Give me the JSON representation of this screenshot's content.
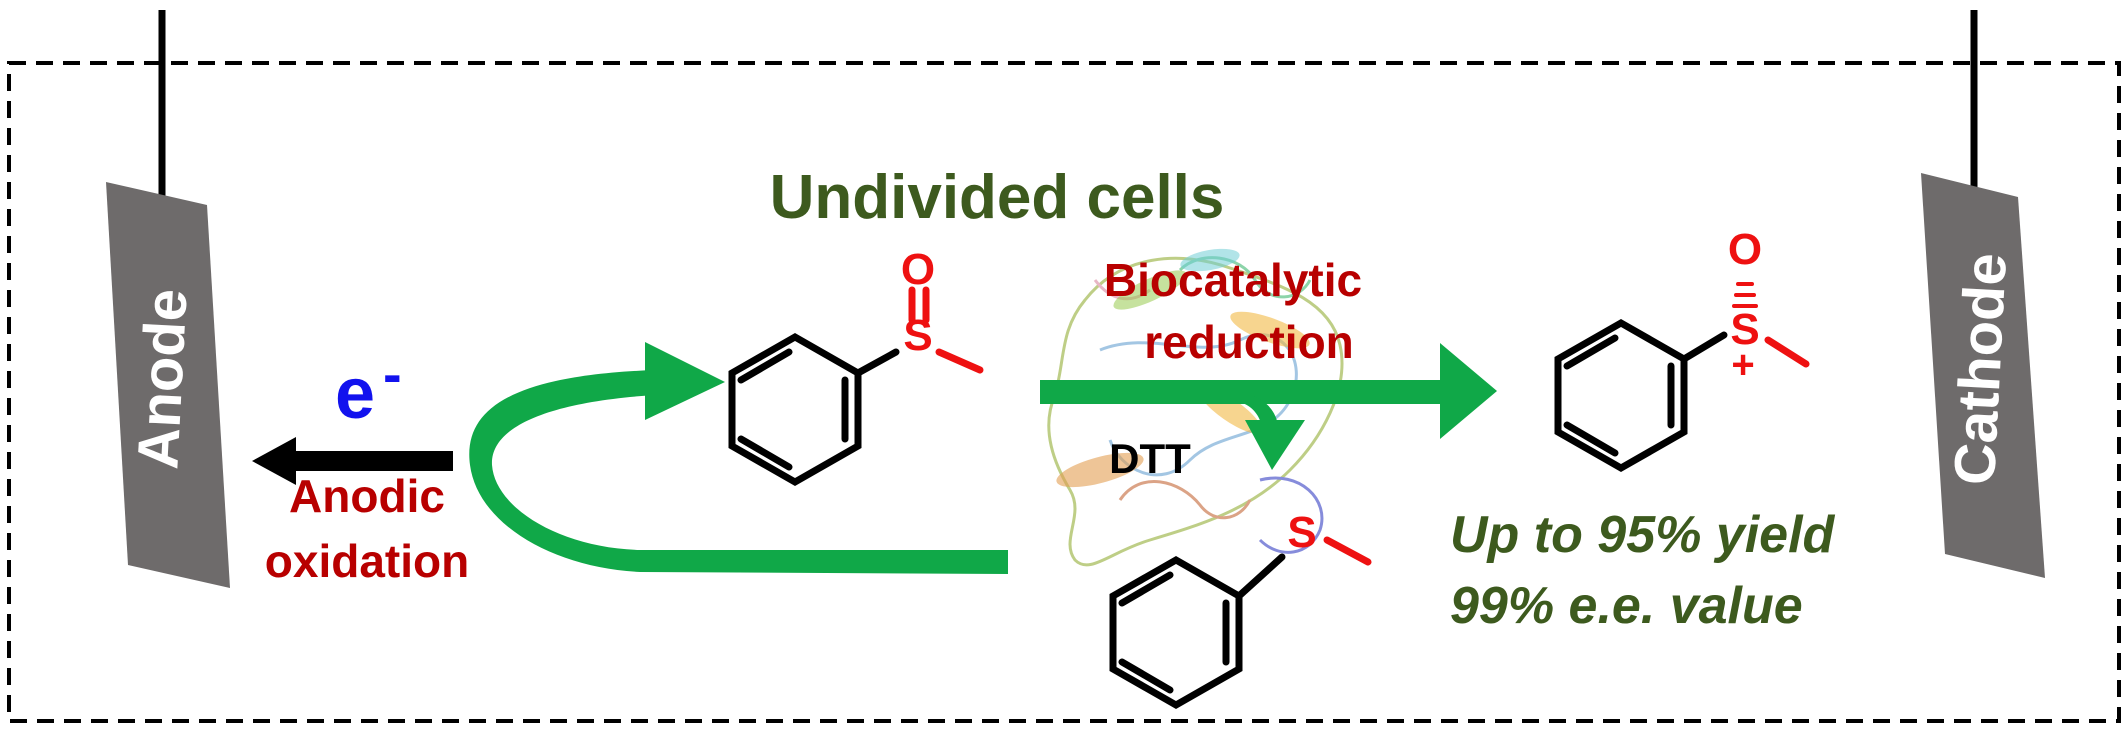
{
  "title": "Undivided cells",
  "electrodes": {
    "anode": "Anode",
    "cathode": "Cathode"
  },
  "electron": {
    "symbol": "e",
    "charge": "-"
  },
  "labels": {
    "anodic_line1": "Anodic",
    "anodic_line2": "oxidation",
    "bio_line1": "Biocatalytic",
    "bio_line2": "reduction",
    "dtt": "DTT"
  },
  "results": {
    "line1": "Up to 95% yield",
    "line2": "99% e.e. value"
  },
  "atoms": {
    "sulfoxide_o": "O",
    "sulfoxide_s": "S",
    "sulfide_s": "S",
    "product_o": "O",
    "product_s": "S",
    "product_plus": "+"
  },
  "colors": {
    "title": "#3d5a1e",
    "red_label": "#b80000",
    "electron": "#1212ee",
    "arrow_green": "#10a848",
    "electrode": "#6e6b6b",
    "atom_red": "#ee1111",
    "result_text": "#3d5a1e"
  }
}
